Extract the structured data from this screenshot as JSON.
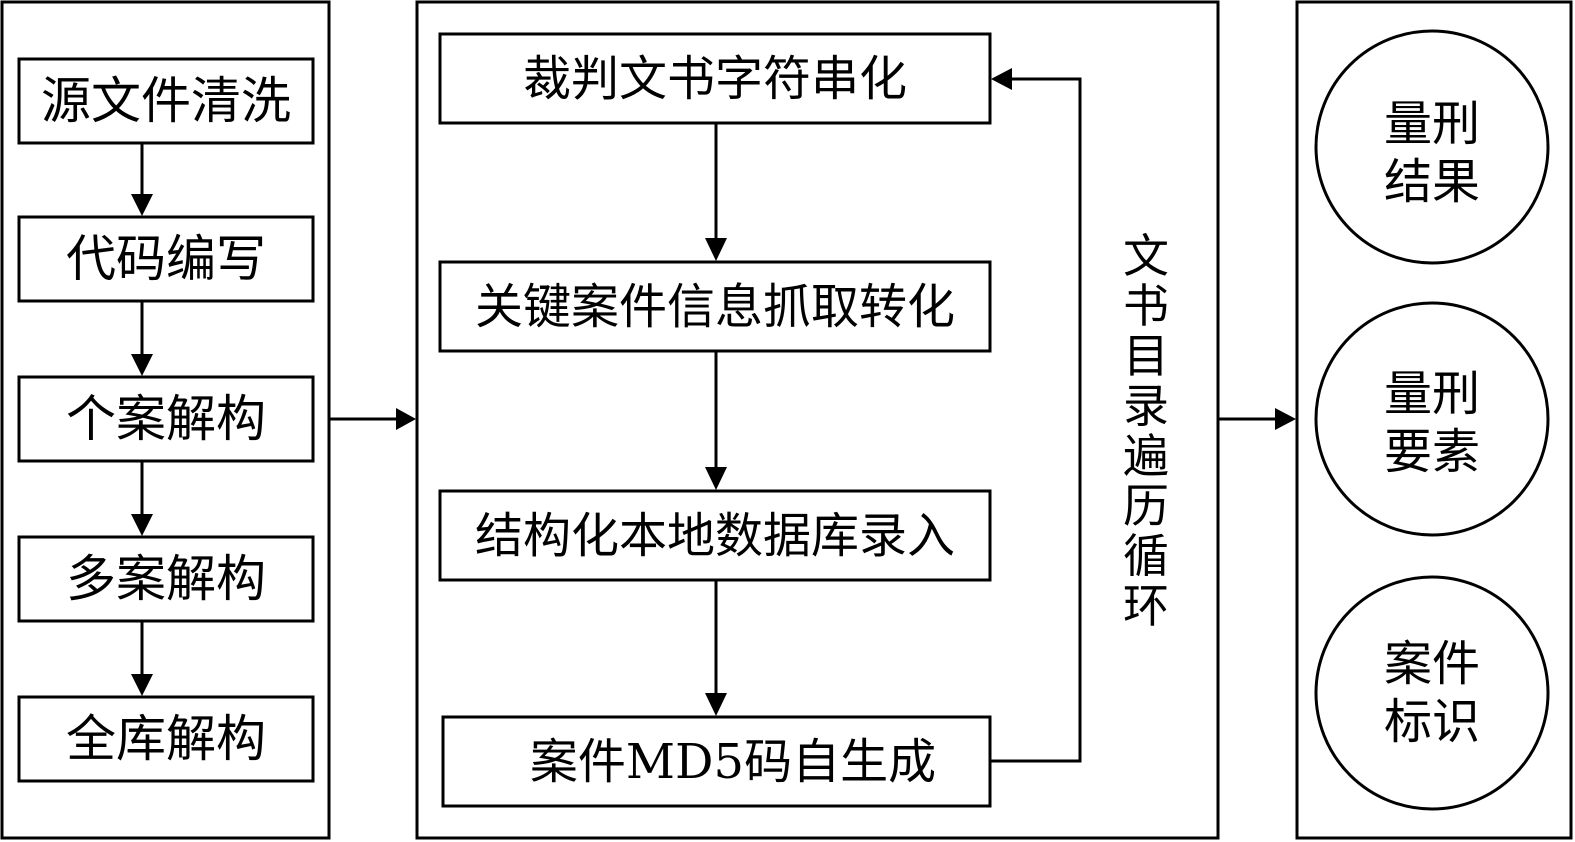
{
  "left_panel": {
    "steps": [
      "源文件清洗",
      "代码编写",
      "个案解构",
      "多案解构",
      "全库解构"
    ]
  },
  "middle_panel": {
    "steps": [
      "裁判文书字符串化",
      "关键案件信息抓取转化",
      "结构化本地数据库录入",
      "案件MD5码自生成"
    ],
    "loop_label": [
      "文",
      "书",
      "目",
      "录",
      "遍",
      "历",
      "循",
      "环"
    ]
  },
  "right_panel": {
    "outputs": [
      {
        "line1": "量刑",
        "line2": "结果"
      },
      {
        "line1": "量刑",
        "line2": "要素"
      },
      {
        "line1": "案件",
        "line2": "标识"
      }
    ]
  },
  "colors": {
    "stroke": "#000000",
    "background": "#ffffff"
  }
}
